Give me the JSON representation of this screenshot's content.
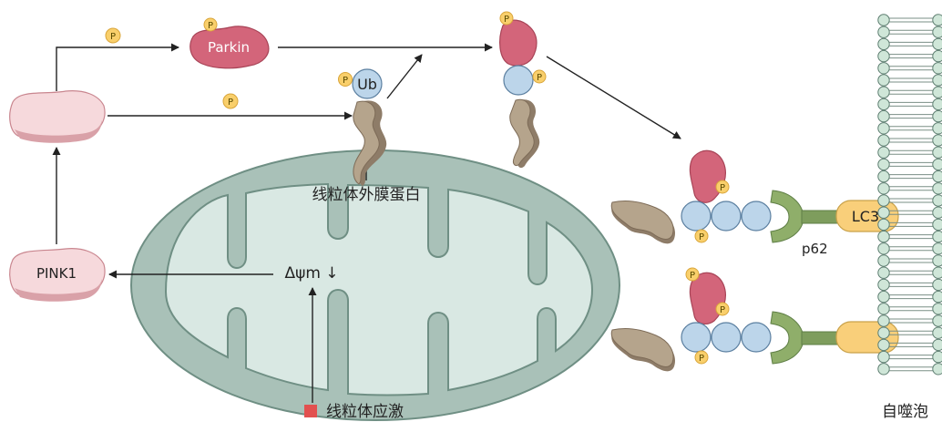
{
  "labels": {
    "parkin": "Parkin",
    "ub": "Ub",
    "pink1": "PINK1",
    "outer_membrane_protein": "线粒体外膜蛋白",
    "delta_psi": "Δψm ↓",
    "mito_stress": "线粒体应激",
    "p62": "p62",
    "lc3": "LC3",
    "autophagosome": "自噬泡",
    "phospho": "P"
  },
  "colors": {
    "mito_outer": "#a9c1b8",
    "mito_inner": "#d9e8e3",
    "parkin": "#d3657a",
    "pink1_fill": "#f6d9dc",
    "ub_fill": "#bcd5ea",
    "protein_brown": "#b5a48c",
    "phospho_yellow": "#f9cf6b",
    "p62_green": "#8fae6a",
    "lc3_yellow": "#f9cf7a",
    "membrane_green": "#cfe6d8",
    "stress_red": "#e2504f"
  }
}
